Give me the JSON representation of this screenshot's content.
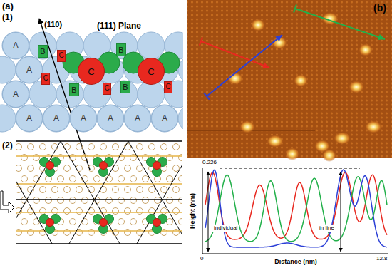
{
  "diagram": {
    "nodes": [
      {
        "text": [
          "A"
        ]
      },
      {
        "text": [
          "B"
        ]
      },
      {
        "text": [
          "B"
        ]
      },
      {
        "text": [
          "C"
        ]
      },
      {
        "text": [
          "A"
        ]
      },
      {
        "text": [
          "C"
        ]
      },
      {
        "text": [
          "C"
        ]
      },
      {
        "text": [
          "C"
        ]
      },
      {
        "text": [
          "B"
        ]
      },
      {
        "text": [
          "C"
        ]
      },
      {
        "text": [
          "B"
        ]
      },
      {
        "text": [
          "C"
        ]
      },
      {
        "text": [
          "A"
        ]
      },
      {
        "text": [
          "A"
        ]
      },
      {
        "text": [
          "A"
        ]
      },
      {
        "text": [
          "A"
        ]
      },
      {
        "text": [
          "A"
        ]
      },
      {
        "text": [
          "A"
        ]
      },
      {
        "text": [
          "A"
        ]
      }
    ],
    "labels": [
      "(a)",
      "(1)",
      "(110)",
      "(111) Plane",
      "(2)",
      "(b)",
      "0.226",
      "Height (nm)",
      "0",
      "Distance (nm)",
      "12.8",
      "individual",
      "in line"
    ]
  }
}
